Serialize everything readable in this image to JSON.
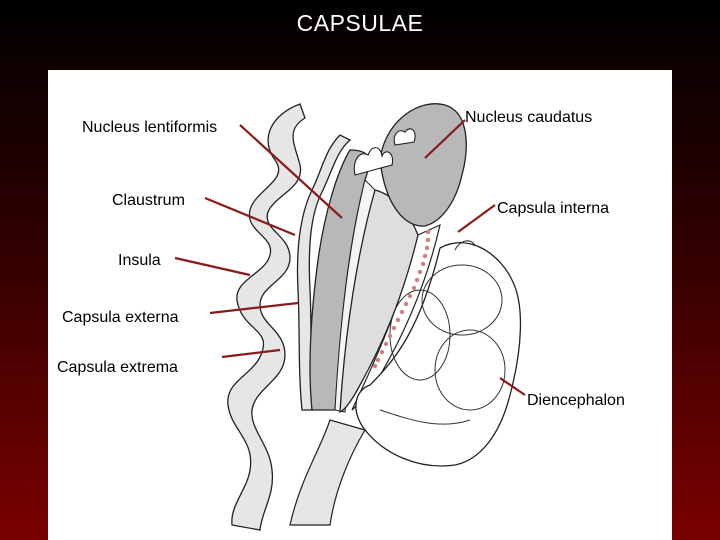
{
  "title": "CAPSULAE",
  "labels": {
    "nucleus_lentiformis": "Nucleus lentiformis",
    "claustrum": "Claustrum",
    "insula": "Insula",
    "capsula_externa": "Capsula externa",
    "capsula_extrema": "Capsula extrema",
    "nucleus_caudatus": "Nucleus caudatus",
    "capsula_interna": "Capsula interna",
    "diencephalon": "Diencephalon"
  },
  "colors": {
    "leader_line": "#8b1a1a",
    "dotted_marker": "#d08080",
    "gray_matter": "#b8b8b8",
    "light_gray": "#e6e6e6"
  }
}
